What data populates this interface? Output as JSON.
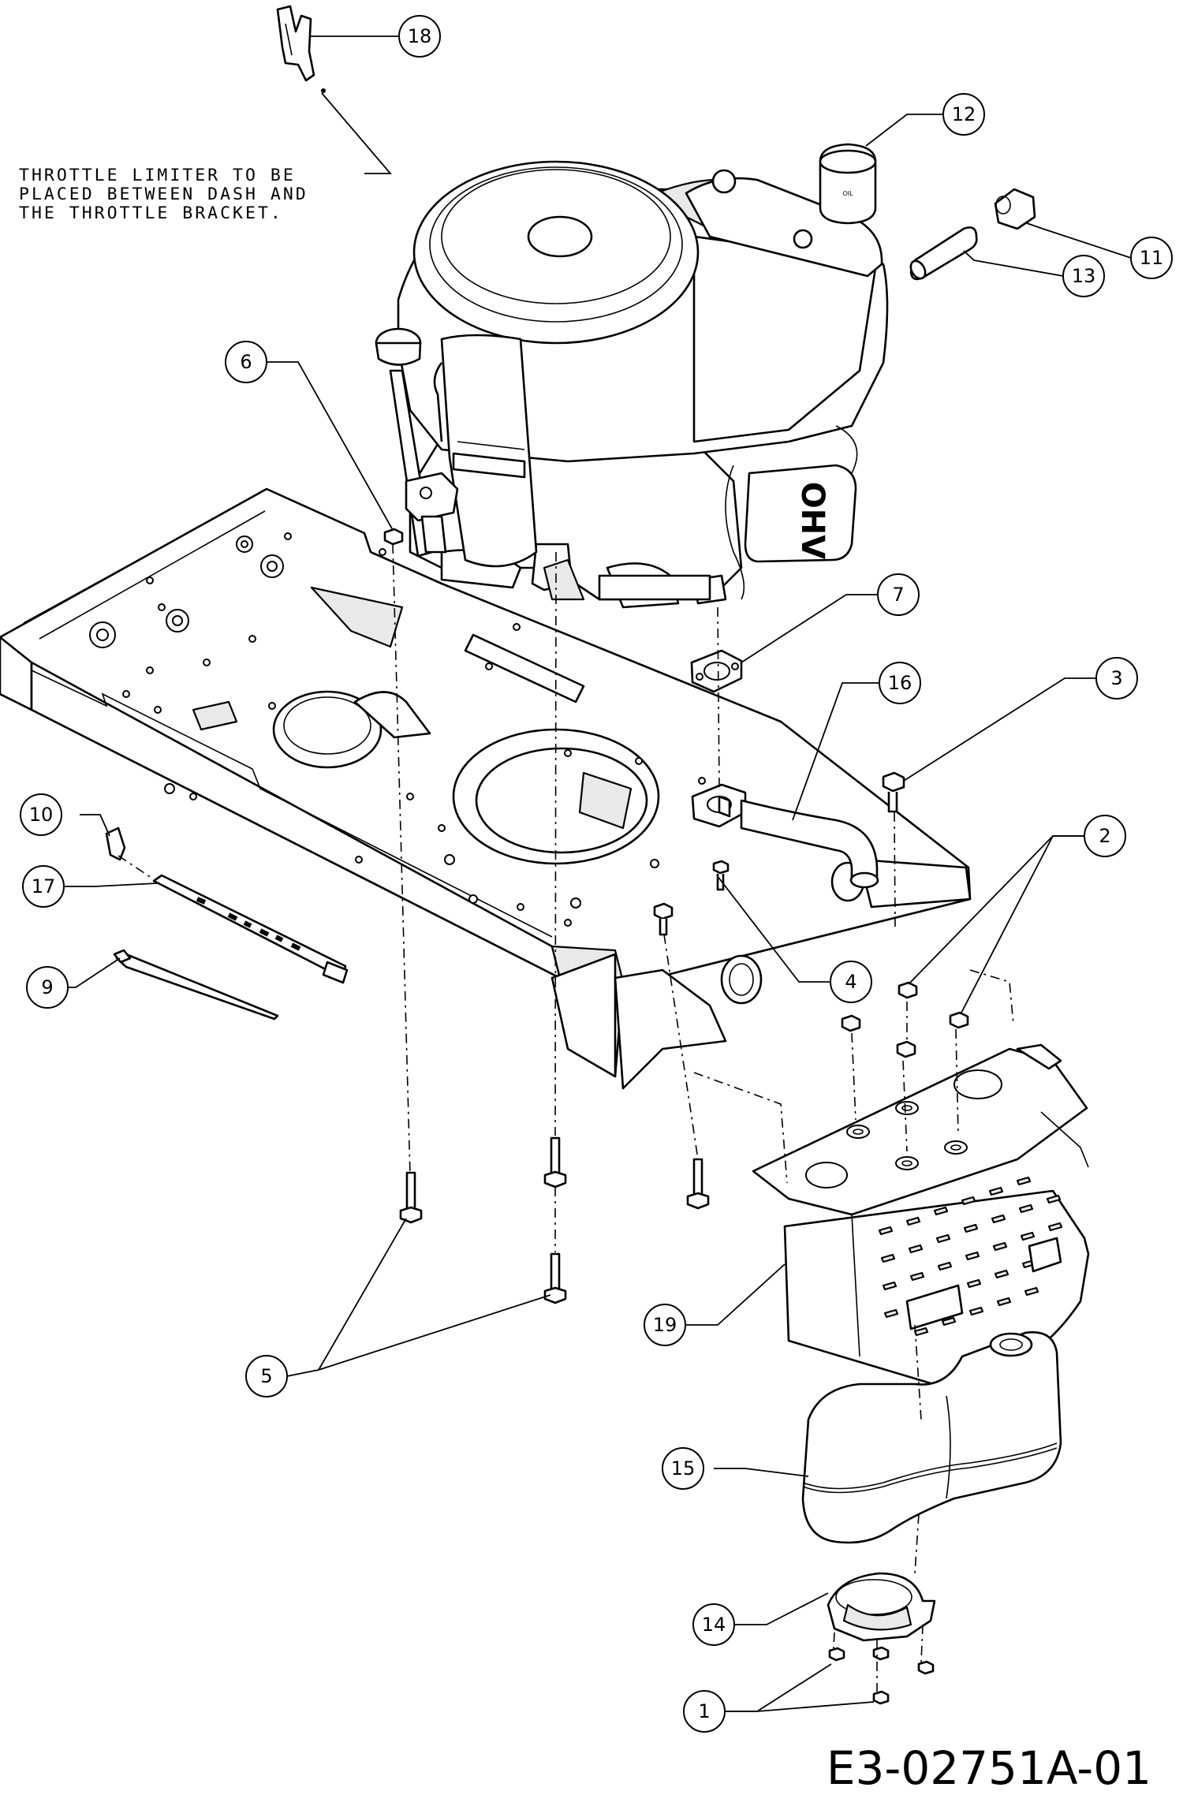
{
  "note": {
    "lines": [
      "THROTTLE LIMITER TO BE",
      "PLACED BETWEEN DASH AND",
      "THE THROTTLE BRACKET."
    ]
  },
  "drawing_number": "E3-02751A-01",
  "engine_label": "OHV",
  "oil_filter_label": "OIL",
  "callouts": {
    "c1": "1",
    "c2": "2",
    "c3": "3",
    "c4": "4",
    "c5": "5",
    "c6": "6",
    "c7": "7",
    "c9": "9",
    "c10": "10",
    "c11": "11",
    "c12": "12",
    "c13": "13",
    "c14": "14",
    "c15": "15",
    "c16": "16",
    "c17": "17",
    "c18": "18",
    "c19": "19"
  }
}
